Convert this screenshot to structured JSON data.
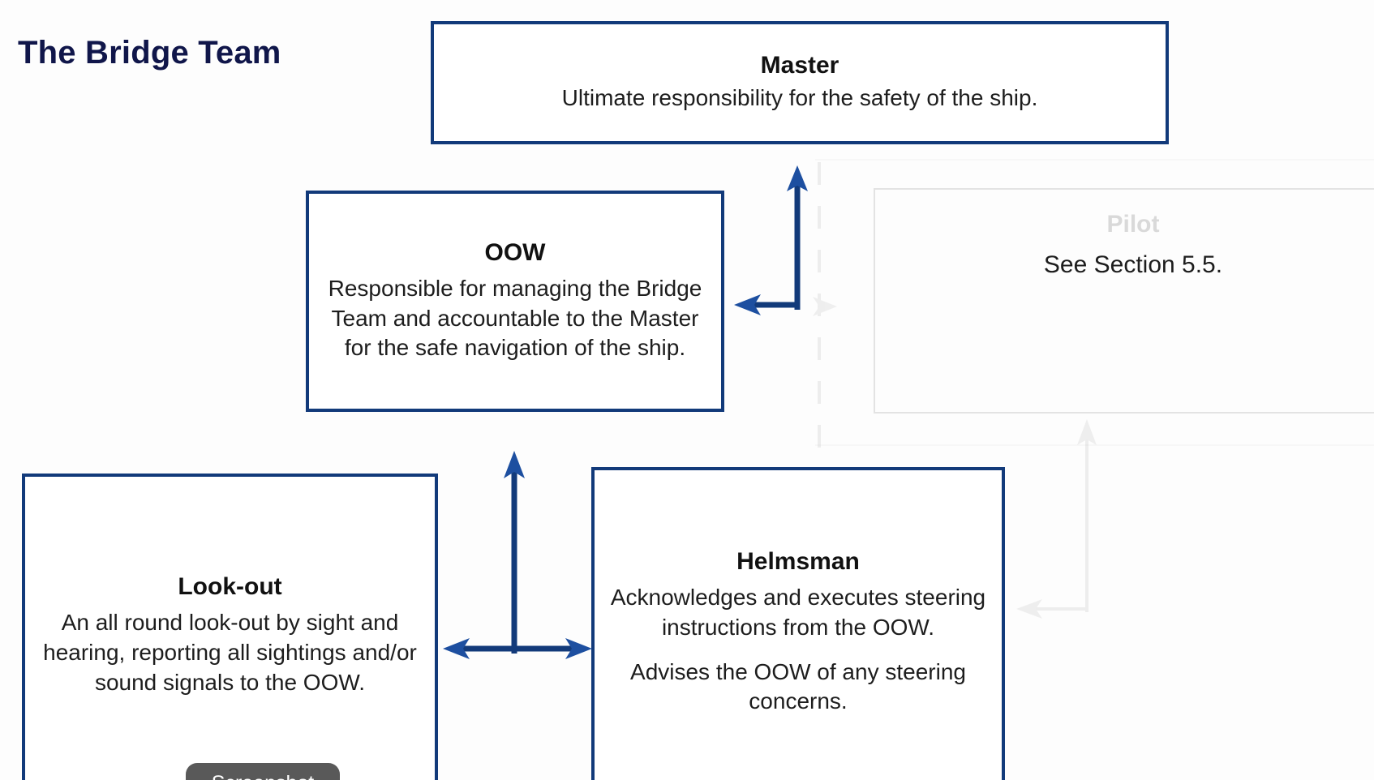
{
  "slide": {
    "title": "The Bridge Team",
    "title_color": "#10164a",
    "accent_color": "#123a7a",
    "arrow_color": "#1d4fa0",
    "background_color": "#ffffff"
  },
  "nodes": {
    "master": {
      "title": "Master",
      "body": "Ultimate responsibility for the safety of the ship."
    },
    "oow": {
      "title": "OOW",
      "body": "Responsible for managing the Bridge Team and accountable to the Master for the safe navigation of the ship."
    },
    "lookout": {
      "title": "Look-out",
      "body": "An all round look-out by sight and hearing, reporting all sightings and/or sound signals to the OOW."
    },
    "helmsman": {
      "title": "Helmsman",
      "body1": "Acknowledges and executes steering instructions from the OOW.",
      "body2": "Advises the OOW of any steering concerns."
    },
    "pilot": {
      "title": "Pilot",
      "body": "See Section 5.5.",
      "state": "faded"
    }
  },
  "connectors": [
    {
      "name": "oow-to-master",
      "from": "oow",
      "to": "master",
      "shape": "elbow",
      "heads": "both-ends"
    },
    {
      "name": "lookout-helmsman-to-oow",
      "from": "lookout-helmsman",
      "to": "oow",
      "shape": "tee",
      "heads": "up-and-both-sides"
    },
    {
      "name": "pilot-ghost-connector",
      "from": "helmsman",
      "to": "pilot",
      "shape": "elbow",
      "heads": "single",
      "state": "faded"
    }
  ],
  "badge": {
    "label": "Screenshot",
    "color": "#595959"
  }
}
